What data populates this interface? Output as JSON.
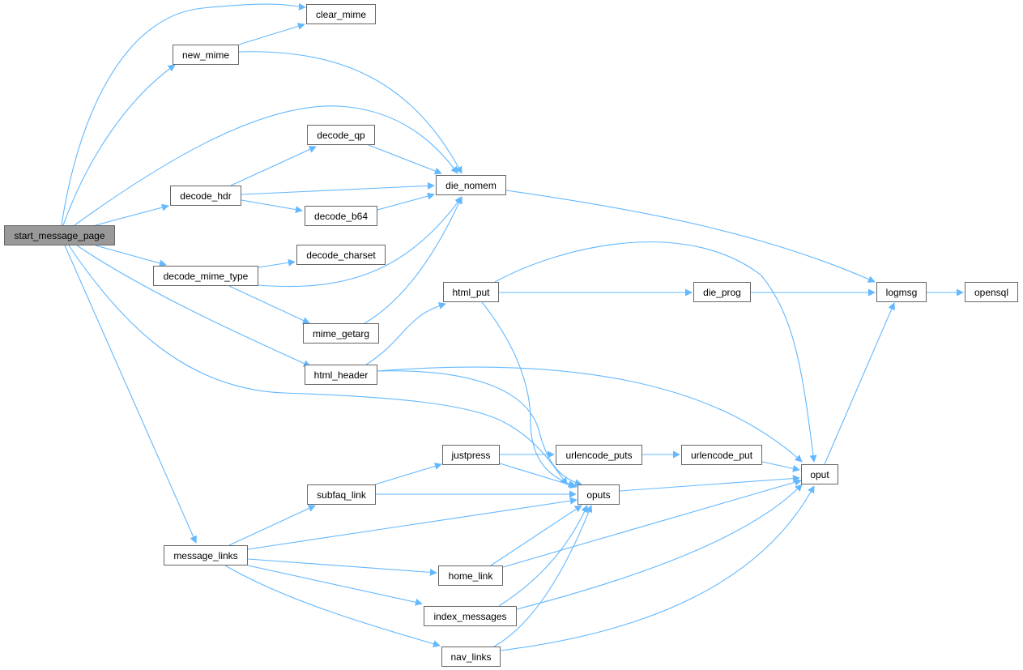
{
  "graph": {
    "root": "start_message_page",
    "nodes": {
      "start_message_page": "start_message_page",
      "clear_mime": "clear_mime",
      "new_mime": "new_mime",
      "decode_qp": "decode_qp",
      "decode_hdr": "decode_hdr",
      "die_nomem": "die_nomem",
      "decode_b64": "decode_b64",
      "decode_charset": "decode_charset",
      "decode_mime_type": "decode_mime_type",
      "mime_getarg": "mime_getarg",
      "html_put": "html_put",
      "die_prog": "die_prog",
      "logmsg": "logmsg",
      "opensql": "opensql",
      "html_header": "html_header",
      "justpress": "justpress",
      "urlencode_puts": "urlencode_puts",
      "urlencode_put": "urlencode_put",
      "oput": "oput",
      "subfaq_link": "subfaq_link",
      "oputs": "oputs",
      "message_links": "message_links",
      "home_link": "home_link",
      "index_messages": "index_messages",
      "nav_links": "nav_links"
    },
    "edge_color": "#63b8ff",
    "root_fill": "#999999"
  }
}
